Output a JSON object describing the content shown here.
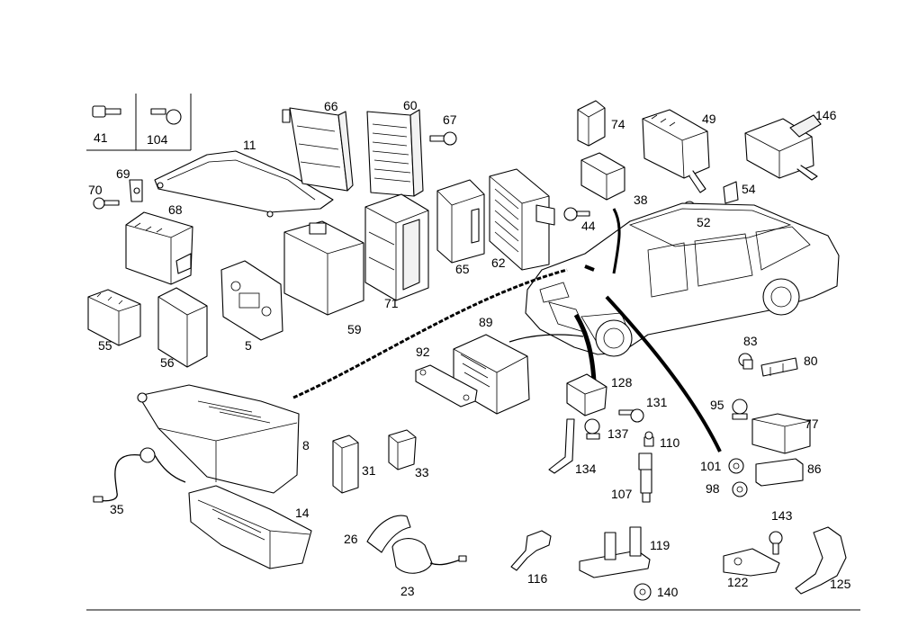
{
  "diagram": {
    "labels": {
      "p41": "41",
      "p104": "104",
      "p11": "11",
      "p66": "66",
      "p60": "60",
      "p67": "67",
      "p74": "74",
      "p49": "49",
      "p146": "146",
      "p69": "69",
      "p70": "70",
      "p68": "68",
      "p38": "38",
      "p44": "44",
      "p52": "52",
      "p54": "54",
      "p65": "65",
      "p62": "62",
      "p71": "71",
      "p59": "59",
      "p55": "55",
      "p56": "56",
      "p5": "5",
      "p89": "89",
      "p92": "92",
      "p83": "83",
      "p80": "80",
      "p128": "128",
      "p131": "131",
      "p95": "95",
      "p77": "77",
      "p137": "137",
      "p110": "110",
      "p8": "8",
      "p31": "31",
      "p33": "33",
      "p134": "134",
      "p101": "101",
      "p86": "86",
      "p107": "107",
      "p98": "98",
      "p35": "35",
      "p14": "14",
      "p143": "143",
      "p26": "26",
      "p119": "119",
      "p23": "23",
      "p116": "116",
      "p140": "140",
      "p122": "122",
      "p125": "125"
    }
  }
}
